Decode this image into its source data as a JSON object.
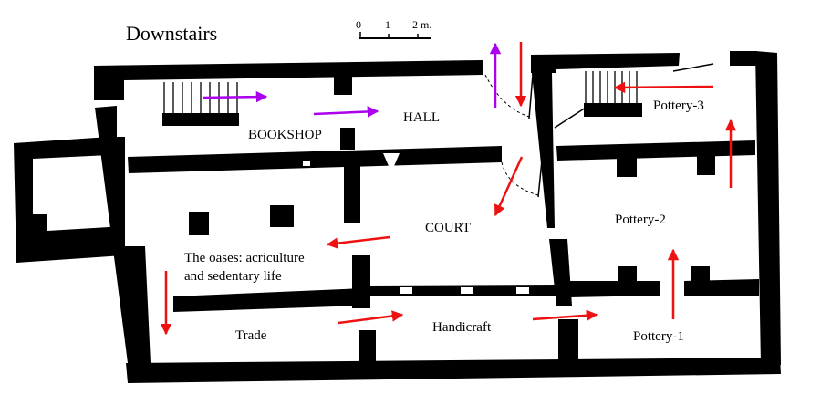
{
  "title": "Downstairs",
  "scale": {
    "ticks": [
      "0",
      "1",
      "2 m."
    ]
  },
  "rooms": {
    "bookshop": "BOOKSHOP",
    "hall": "HALL",
    "court": "COURT",
    "oases_line1": "The oases: acriculture",
    "oases_line2": "and sedentary life",
    "trade": "Trade",
    "handicraft": "Handicraft",
    "pottery1": "Pottery-1",
    "pottery2": "Pottery-2",
    "pottery3": "Pottery-3"
  },
  "colors": {
    "wall": "#000000",
    "route_arrow": "#ee1111",
    "upper_route_arrow": "#aa00ee"
  }
}
